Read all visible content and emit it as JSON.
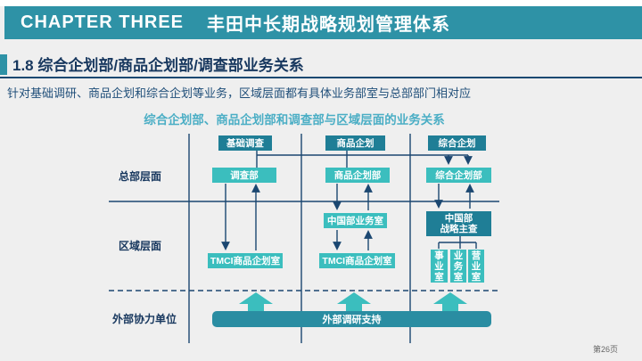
{
  "header": {
    "chapter": "CHAPTER THREE",
    "title": "丰田中长期战略规划管理体系"
  },
  "section": {
    "title": "1.8 综合企划部/商品企划部/调查部业务关系",
    "subtitle": "针对基础调研、商品企划和综合企划等业务，区域层面都有具体业务部室与总部部门相对应"
  },
  "diagram": {
    "title": "综合企划部、商品企划部和调查部与区域层面的业务关系",
    "row_labels": {
      "hq": "总部层面",
      "region": "区域层面",
      "external": "外部协力单位"
    },
    "top_boxes": [
      "基础调查",
      "商品企划",
      "综合企划"
    ],
    "hq_boxes": [
      "调查部",
      "商品企划部",
      "综合企划部"
    ],
    "mid_boxes": {
      "china_ops": "中国部业务室",
      "china_strategy_line1": "中国部",
      "china_strategy_line2": "战略主查"
    },
    "region_boxes": [
      "TMCI商品企划室",
      "TMCI商品企划室"
    ],
    "vertical_boxes": [
      "事业室",
      "业务室",
      "营业室"
    ],
    "external_bar": "外部调研支持"
  },
  "footer": {
    "page": "第26页"
  },
  "colors": {
    "header_teal": "#2E92A6",
    "box_dark_teal": "#1F7E96",
    "box_light_teal": "#3BBEBE",
    "line_navy": "#1B4771",
    "title_navy": "#17375E",
    "diagram_title_teal": "#4BAEC5",
    "background": "#EFEFEF"
  }
}
